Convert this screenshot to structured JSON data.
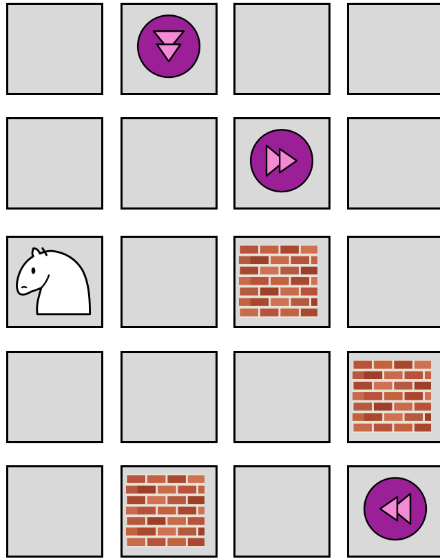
{
  "board": {
    "rows": 5,
    "cols": 4,
    "colors": {
      "cell_fill": "#d9d9d9",
      "cell_border": "#000000",
      "token_fill": "#9b1f96",
      "arrow_fill": "#f48ad6",
      "brick_mortar": "#e8e2d8",
      "brick_red": "#b8523a"
    },
    "cells": [
      {
        "row": 0,
        "col": 0,
        "item": "empty"
      },
      {
        "row": 0,
        "col": 1,
        "item": "arrow-down-token"
      },
      {
        "row": 0,
        "col": 2,
        "item": "empty"
      },
      {
        "row": 0,
        "col": 3,
        "item": "empty"
      },
      {
        "row": 1,
        "col": 0,
        "item": "empty"
      },
      {
        "row": 1,
        "col": 1,
        "item": "empty"
      },
      {
        "row": 1,
        "col": 2,
        "item": "arrow-right-token"
      },
      {
        "row": 1,
        "col": 3,
        "item": "empty"
      },
      {
        "row": 2,
        "col": 0,
        "item": "knight"
      },
      {
        "row": 2,
        "col": 1,
        "item": "empty"
      },
      {
        "row": 2,
        "col": 2,
        "item": "brick-wall"
      },
      {
        "row": 2,
        "col": 3,
        "item": "empty"
      },
      {
        "row": 3,
        "col": 0,
        "item": "empty"
      },
      {
        "row": 3,
        "col": 1,
        "item": "empty"
      },
      {
        "row": 3,
        "col": 2,
        "item": "empty"
      },
      {
        "row": 3,
        "col": 3,
        "item": "brick-wall"
      },
      {
        "row": 4,
        "col": 0,
        "item": "empty"
      },
      {
        "row": 4,
        "col": 1,
        "item": "brick-wall"
      },
      {
        "row": 4,
        "col": 2,
        "item": "empty"
      },
      {
        "row": 4,
        "col": 3,
        "item": "arrow-left-token"
      }
    ]
  }
}
